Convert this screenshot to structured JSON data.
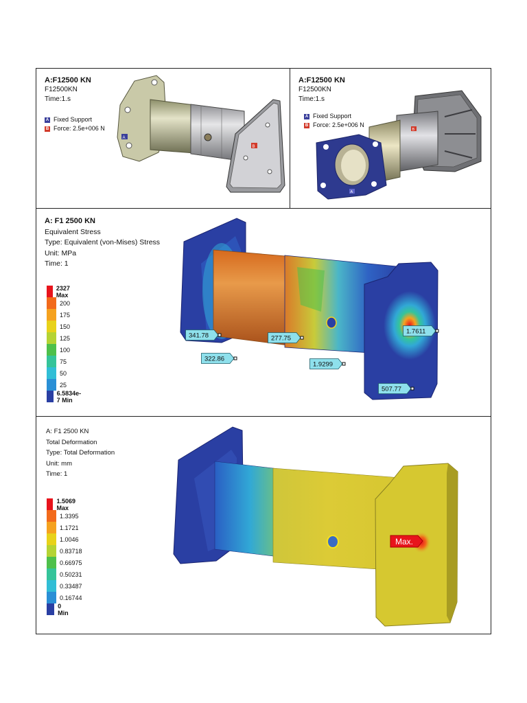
{
  "panels": {
    "boundary_left": {
      "title": "A:F12500 KN",
      "subtitle": "F12500KN",
      "time": "Time:1.s",
      "bcs": [
        {
          "letter": "A",
          "label": "Fixed Support",
          "color": "#3a3f9b"
        },
        {
          "letter": "B",
          "label": "Force: 2.5e+006 N",
          "color": "#d23a2a"
        }
      ],
      "tags": [
        "A",
        "B"
      ]
    },
    "boundary_right": {
      "title": "A:F12500 KN",
      "subtitle": "F12500KN",
      "time": "Time:1.s",
      "bcs": [
        {
          "letter": "A",
          "label": "Fixed Support",
          "color": "#3a3f9b"
        },
        {
          "letter": "B",
          "label": "Force: 2.5e+006 N",
          "color": "#d23a2a"
        }
      ],
      "tags": [
        "B",
        "A"
      ]
    },
    "stress": {
      "title": "A:  F1 2500 KN",
      "result": "Equivalent Stress",
      "type": "Type: Equivalent (von-Mises) Stress",
      "unit": "Unit: MPa",
      "time": "Time: 1",
      "legend": [
        {
          "label": "2327 Max",
          "color": "#e8141c",
          "bold": true
        },
        {
          "label": "200",
          "color": "#f26a1b"
        },
        {
          "label": "175",
          "color": "#f5a21f"
        },
        {
          "label": "150",
          "color": "#e8d21a"
        },
        {
          "label": "125",
          "color": "#b5d334"
        },
        {
          "label": "100",
          "color": "#4ec04b"
        },
        {
          "label": "75",
          "color": "#35c49a"
        },
        {
          "label": "50",
          "color": "#31bed6"
        },
        {
          "label": "25",
          "color": "#2a8fd6"
        },
        {
          "label": "6.5834e-7 Min",
          "color": "#2a3fa3",
          "bold": true
        }
      ],
      "probes": [
        "341.78",
        "322.86",
        "277.75",
        "1.9299",
        "1.7611",
        "507.77"
      ]
    },
    "deformation": {
      "title": "A:  F1 2500 KN",
      "result": "Total Deformation",
      "type": "Type: Total Deformation",
      "unit": "Unit: mm",
      "time": "Time: 1",
      "legend": [
        {
          "label": "1.5069 Max",
          "color": "#e8141c",
          "bold": true
        },
        {
          "label": "1.3395",
          "color": "#f26a1b"
        },
        {
          "label": "1.1721",
          "color": "#f5a21f"
        },
        {
          "label": "1.0046",
          "color": "#e8d21a"
        },
        {
          "label": "0.83718",
          "color": "#b5d334"
        },
        {
          "label": "0.66975",
          "color": "#4ec04b"
        },
        {
          "label": "0.50231",
          "color": "#35c49a"
        },
        {
          "label": "0.33487",
          "color": "#31bed6"
        },
        {
          "label": "0.16744",
          "color": "#2a8fd6"
        },
        {
          "label": "0 Min",
          "color": "#2a3fa3",
          "bold": true
        }
      ],
      "max_tag": "Max."
    }
  }
}
